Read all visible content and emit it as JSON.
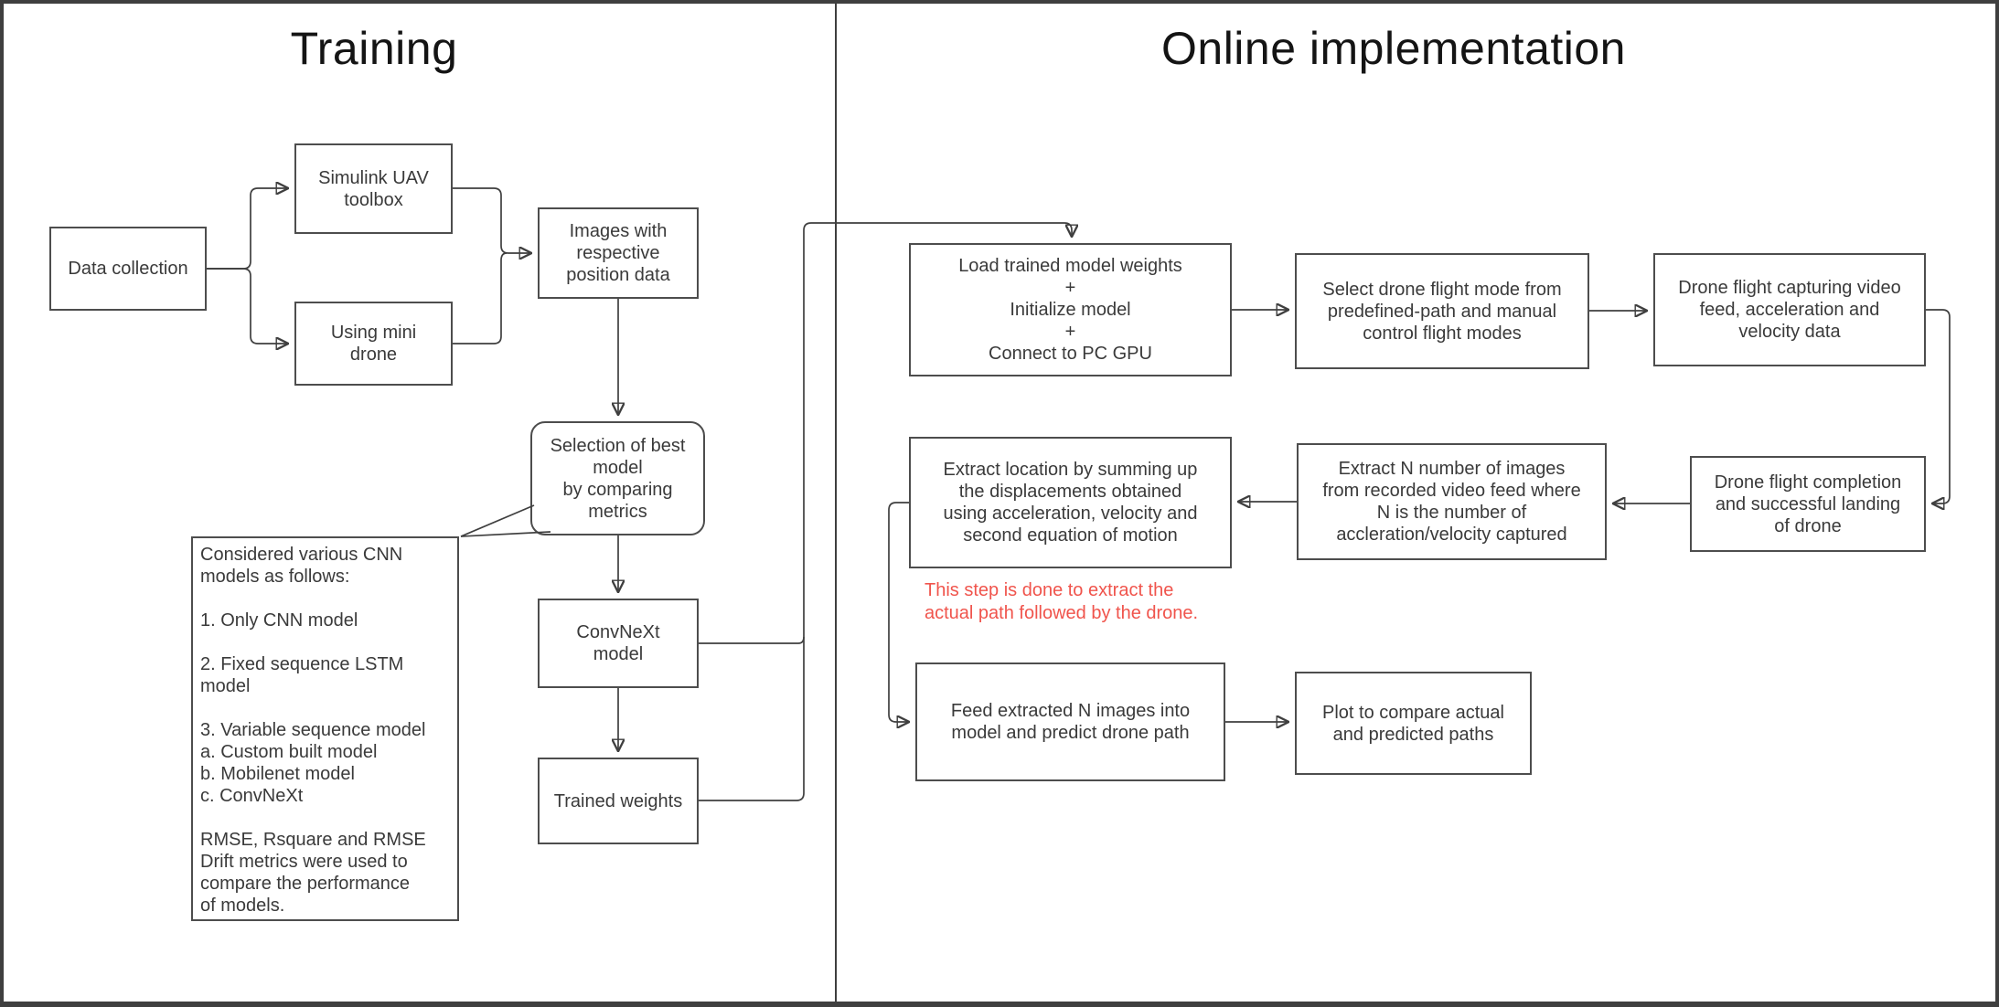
{
  "diagram": {
    "sections": {
      "training": {
        "title": "Training"
      },
      "online": {
        "title": "Online implementation"
      }
    },
    "nodes": {
      "data_collection": {
        "label": "Data collection"
      },
      "simulink": {
        "label": "Simulink UAV\ntoolbox"
      },
      "mini_drone": {
        "label": "Using mini\ndrone"
      },
      "images": {
        "label": "Images with\nrespective\nposition data"
      },
      "selection": {
        "label": "Selection of best\nmodel\nby comparing\nmetrics"
      },
      "convnext": {
        "label": "ConvNeXt\nmodel"
      },
      "trained": {
        "label": "Trained weights"
      },
      "load": {
        "label": "Load trained model weights\n+\nInitialize model\n+\nConnect to PC GPU"
      },
      "select_mode": {
        "label": "Select drone flight mode from\npredefined-path and manual\ncontrol flight modes"
      },
      "capture": {
        "label": "Drone flight capturing video\nfeed, acceleration and\nvelocity data"
      },
      "completion": {
        "label": "Drone flight completion\nand successful landing\nof drone"
      },
      "extract_n": {
        "label": "Extract N number of images\nfrom recorded video feed where\nN is the number of\naccleration/velocity captured"
      },
      "extract_loc": {
        "label": "Extract location by summing up\nthe displacements obtained\nusing acceleration, velocity and\nsecond equation of motion"
      },
      "feed": {
        "label": "Feed extracted N images into\nmodel and predict drone path"
      },
      "plot": {
        "label": "Plot to compare actual\nand predicted paths"
      }
    },
    "annotations": {
      "cnn_note": {
        "text": "Considered various CNN\nmodels as follows:\n\n1. Only CNN model\n\n2. Fixed sequence LSTM\nmodel\n\n3. Variable sequence model\n      a. Custom built model\n      b. Mobilenet model\n      c. ConvNeXt\n\nRMSE, Rsquare and RMSE\nDrift metrics were used to\ncompare the performance\nof models."
      },
      "red_note": {
        "text": "This step is done to extract the\nactual path followed by the drone.",
        "color": "#f0544c"
      }
    },
    "colors": {
      "background": "#ffffff",
      "outer_border": "#3f3f3f",
      "box_border": "#4d4d4d",
      "box_text": "#3a3a3a",
      "title_text": "#141414",
      "connector": "#3f3f3f",
      "red_note": "#f0544c"
    }
  }
}
